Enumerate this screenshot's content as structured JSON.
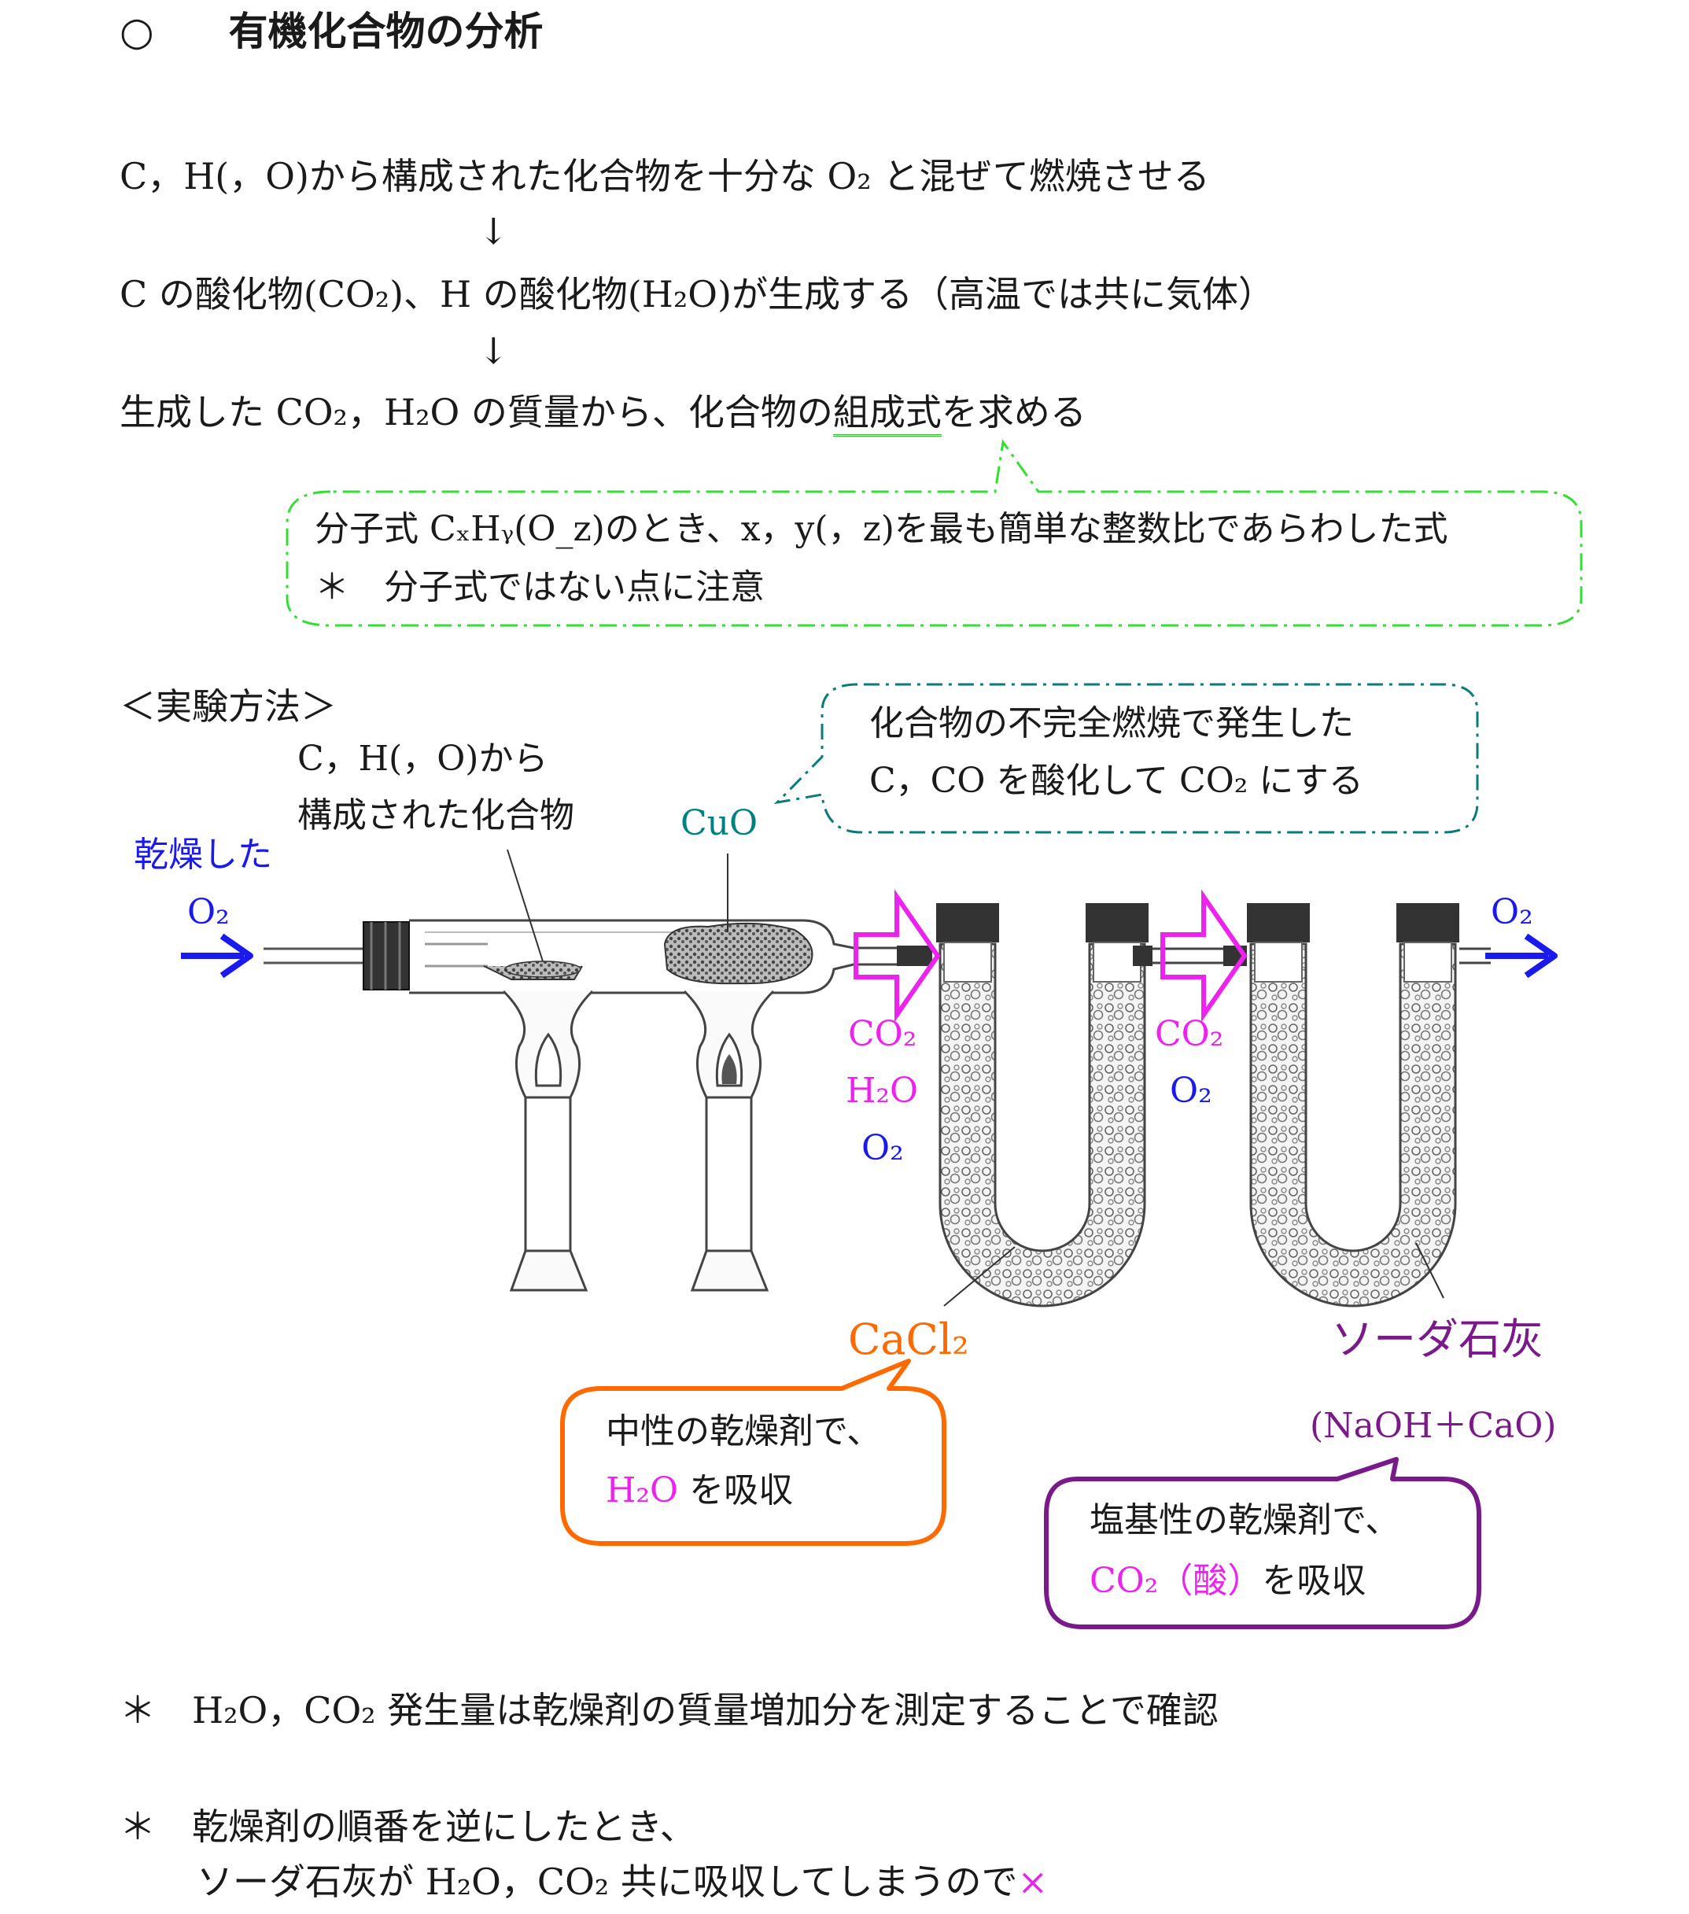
{
  "heading": {
    "marker": "○",
    "title": "有機化合物の分析"
  },
  "flow": {
    "step1": "C，H(，O)から構成された化合物を十分な O₂ と混ぜて燃焼させる",
    "arrow": "↓",
    "step2": "C の酸化物(CO₂)、H の酸化物(H₂O)が生成する（高温では共に気体）",
    "step3_pre": "生成した CO₂，H₂O の質量から、化合物の",
    "step3_key": "組成式",
    "step3_post": "を求める"
  },
  "definition": {
    "line1": "分子式 CₓHᵧ(O_z)のとき、x，y(，z)を最も簡単な整数比であらわした式",
    "line2": "＊　分子式ではない点に注意"
  },
  "method": {
    "heading": "＜実験方法＞",
    "compound_line1": "C，H(，O)から",
    "compound_line2": "構成された化合物",
    "cuo": "CuO",
    "cuo_note_line1": "化合物の不完全燃焼で発生した",
    "cuo_note_line2": "C，CO を酸化して CO₂ にする",
    "dry_label": "乾燥した",
    "o2_in": "O₂",
    "o2_out": "O₂",
    "gas1": [
      "CO₂",
      "H₂O",
      "O₂"
    ],
    "gas2": [
      "CO₂",
      "O₂"
    ],
    "cacl2": "CaCl₂",
    "cacl2_note_line1": "中性の乾燥剤で、",
    "cacl2_note_line2_colored": "H₂O",
    "cacl2_note_line2_rest": " を吸収",
    "sodalime": "ソーダ石灰",
    "sodalime_formula": "(NaOH＋CaO)",
    "sodalime_note_line1": "塩基性の乾燥剤で、",
    "sodalime_note_line2_colored": "CO₂（酸）",
    "sodalime_note_line2_rest": "を吸収"
  },
  "notes": {
    "note1": "＊　H₂O，CO₂ 発生量は乾燥剤の質量増加分を測定することで確認",
    "note2_line1": "＊　乾燥剤の順番を逆にしたとき、",
    "note2_line2": "ソーダ石灰が H₂O，CO₂ 共に吸収してしまうので",
    "note2_mark": "×"
  },
  "colors": {
    "blue": "#1a1aee",
    "magenta": "#ee22ee",
    "teal": "#008080",
    "orange": "#ff6a00",
    "purple": "#7a1a8a",
    "green": "#33dd33"
  }
}
